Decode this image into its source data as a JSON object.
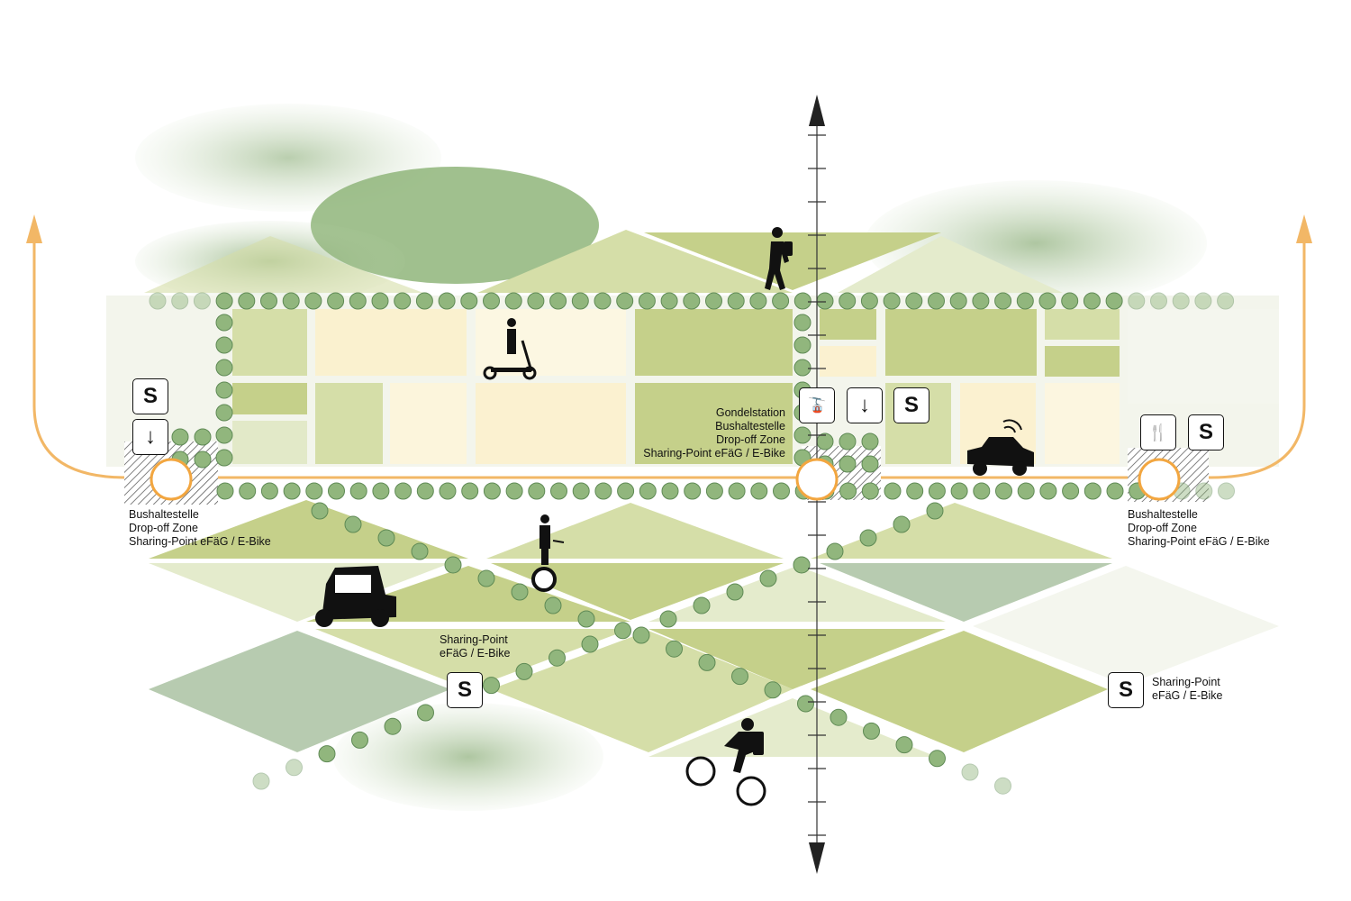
{
  "labels": {
    "gondel": [
      "Gondelstation",
      "Bushaltestelle",
      "Drop-off Zone",
      "Sharing-Point eFäG / E-Bike"
    ],
    "left_stop": [
      "Bushaltestelle",
      "Drop-off Zone",
      "Sharing-Point eFäG / E-Bike"
    ],
    "right_stop": [
      "Bushaltestelle",
      "Drop-off Zone",
      "Sharing-Point eFäG / E-Bike"
    ],
    "sharing_center": [
      "Sharing-Point",
      "eFäG / E-Bike"
    ],
    "sharing_right": [
      "Sharing-Point",
      "eFäG / E-Bike"
    ]
  },
  "icons": {
    "sharing": "S",
    "dropoff": "↓",
    "restaurant": "🍴"
  },
  "colors": {
    "route": "#f2b766",
    "field_dark": "#c5d08a",
    "field_mid": "#d5dea8",
    "field_light": "#e4ebcc",
    "cream": "#fbf1d0",
    "grey_green": "#b7cbb0",
    "tree": "#91b67d"
  }
}
